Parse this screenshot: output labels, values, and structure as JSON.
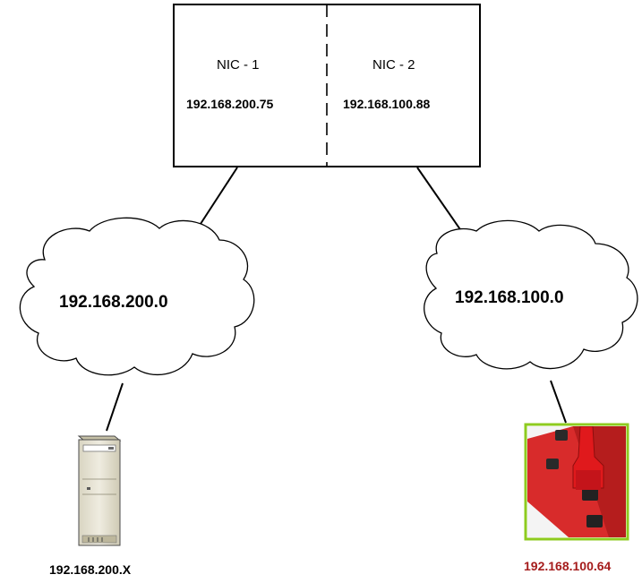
{
  "router": {
    "nic1": {
      "name": "NIC - 1",
      "ip": "192.168.200.75"
    },
    "nic2": {
      "name": "NIC - 2",
      "ip": "192.168.100.88"
    }
  },
  "networks": {
    "left": "192.168.200.0",
    "right": "192.168.100.0"
  },
  "devices": {
    "server": {
      "ip": "192.168.200.X",
      "icon": "server-tower-icon"
    },
    "pdu": {
      "ip": "192.168.100.64",
      "icon": "pdu-power-strip-icon",
      "ip_color": "#a51c1c",
      "frame_color": "#8ecb1f"
    }
  }
}
